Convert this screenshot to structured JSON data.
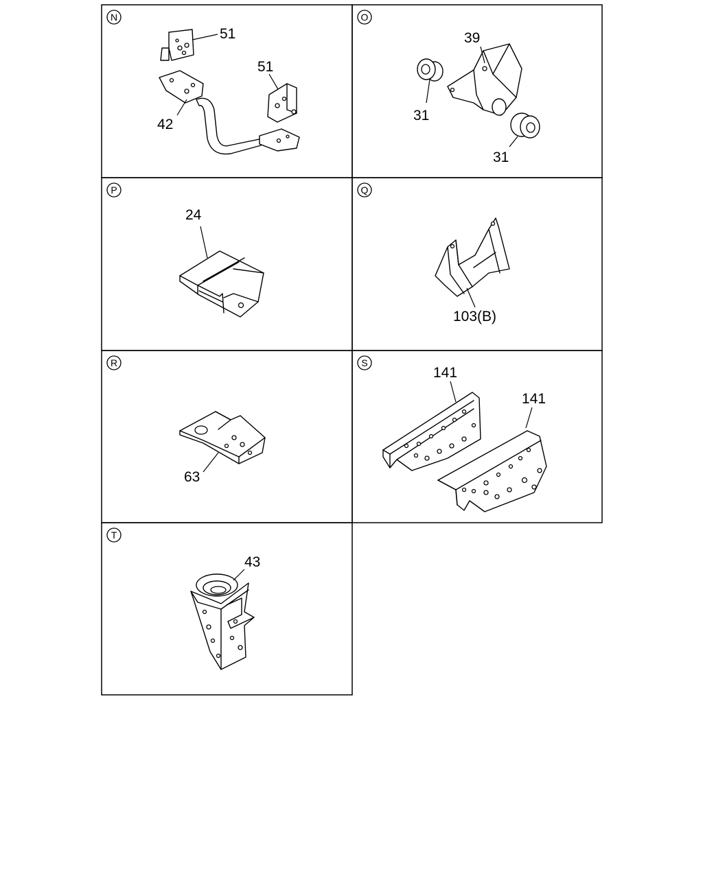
{
  "panels": [
    {
      "id": "N",
      "labels": [
        "51",
        "51",
        "42"
      ]
    },
    {
      "id": "O",
      "labels": [
        "39",
        "31",
        "31"
      ]
    },
    {
      "id": "P",
      "labels": [
        "24"
      ]
    },
    {
      "id": "Q",
      "labels": [
        "103(B)"
      ]
    },
    {
      "id": "R",
      "labels": [
        "63"
      ]
    },
    {
      "id": "S",
      "labels": [
        "141",
        "141"
      ]
    },
    {
      "id": "T",
      "labels": [
        "43"
      ]
    }
  ]
}
